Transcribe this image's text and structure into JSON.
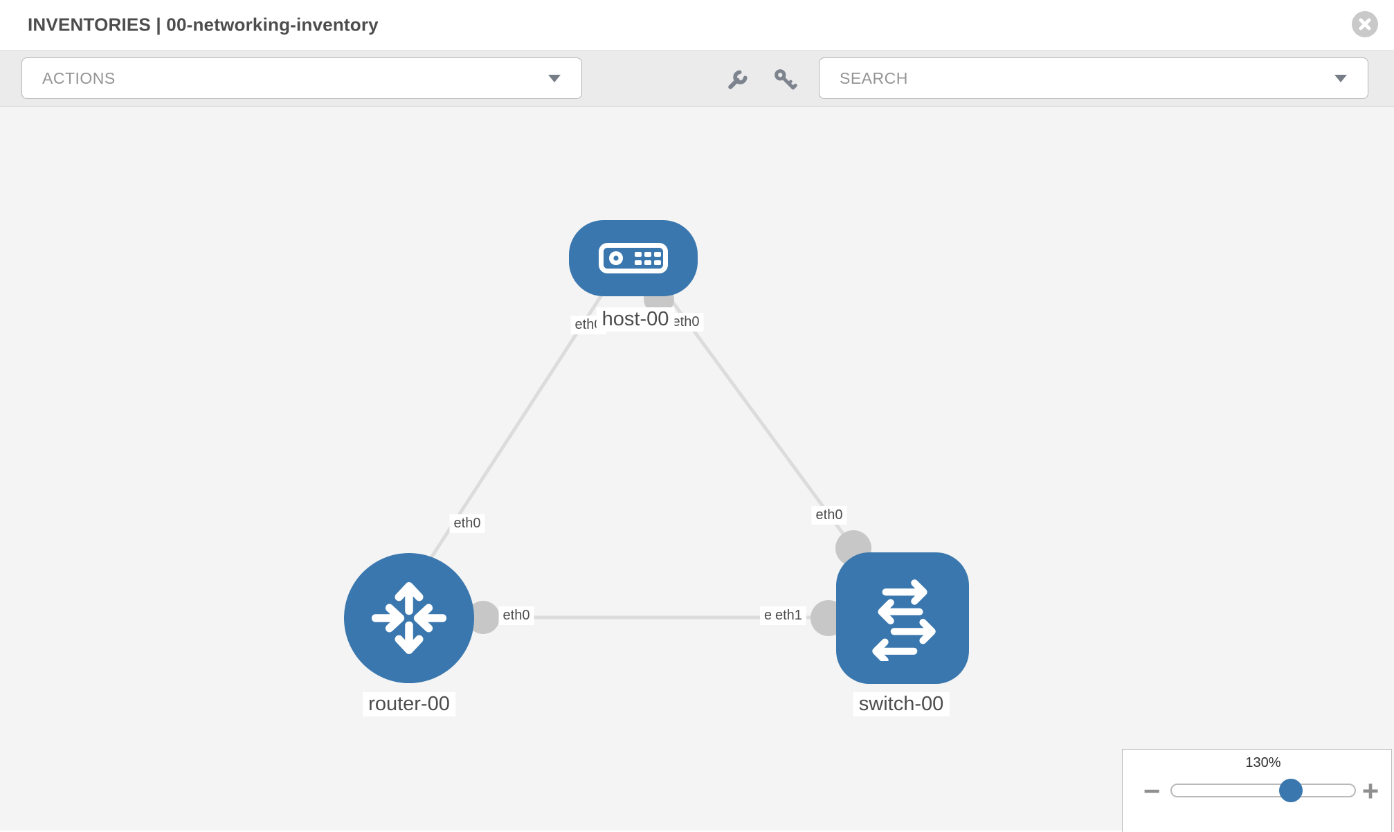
{
  "header": {
    "title": "INVENTORIES | 00-networking-inventory"
  },
  "toolbar": {
    "actions_dropdown": {
      "label": "ACTIONS"
    },
    "tool_icons": [
      "wrench-icon",
      "key-icon"
    ],
    "search_dropdown": {
      "placeholder": "SEARCH"
    }
  },
  "topology": {
    "nodes": [
      {
        "id": "host-00",
        "type": "host",
        "label": "host-00"
      },
      {
        "id": "router-00",
        "type": "router",
        "label": "router-00"
      },
      {
        "id": "switch-00",
        "type": "switch",
        "label": "switch-00"
      }
    ],
    "links": [
      {
        "from": "host-00",
        "from_if": "eth0",
        "to": "router-00",
        "to_if": "eth0"
      },
      {
        "from": "host-00",
        "from_if": "eth0",
        "to": "switch-00",
        "to_if": "eth0"
      },
      {
        "from": "router-00",
        "from_if": "eth0",
        "to": "switch-00",
        "to_if": "eth1"
      }
    ]
  },
  "zoom_control": {
    "percent": "130%",
    "minus_glyph": "−",
    "plus_glyph": "+"
  },
  "colors": {
    "node_blue": "#3a77ae",
    "link_gray": "#dcdcdc",
    "port_gray": "#c7c7c7",
    "canvas_bg": "#f4f4f4",
    "toolbar_bg": "#ebebeb"
  }
}
